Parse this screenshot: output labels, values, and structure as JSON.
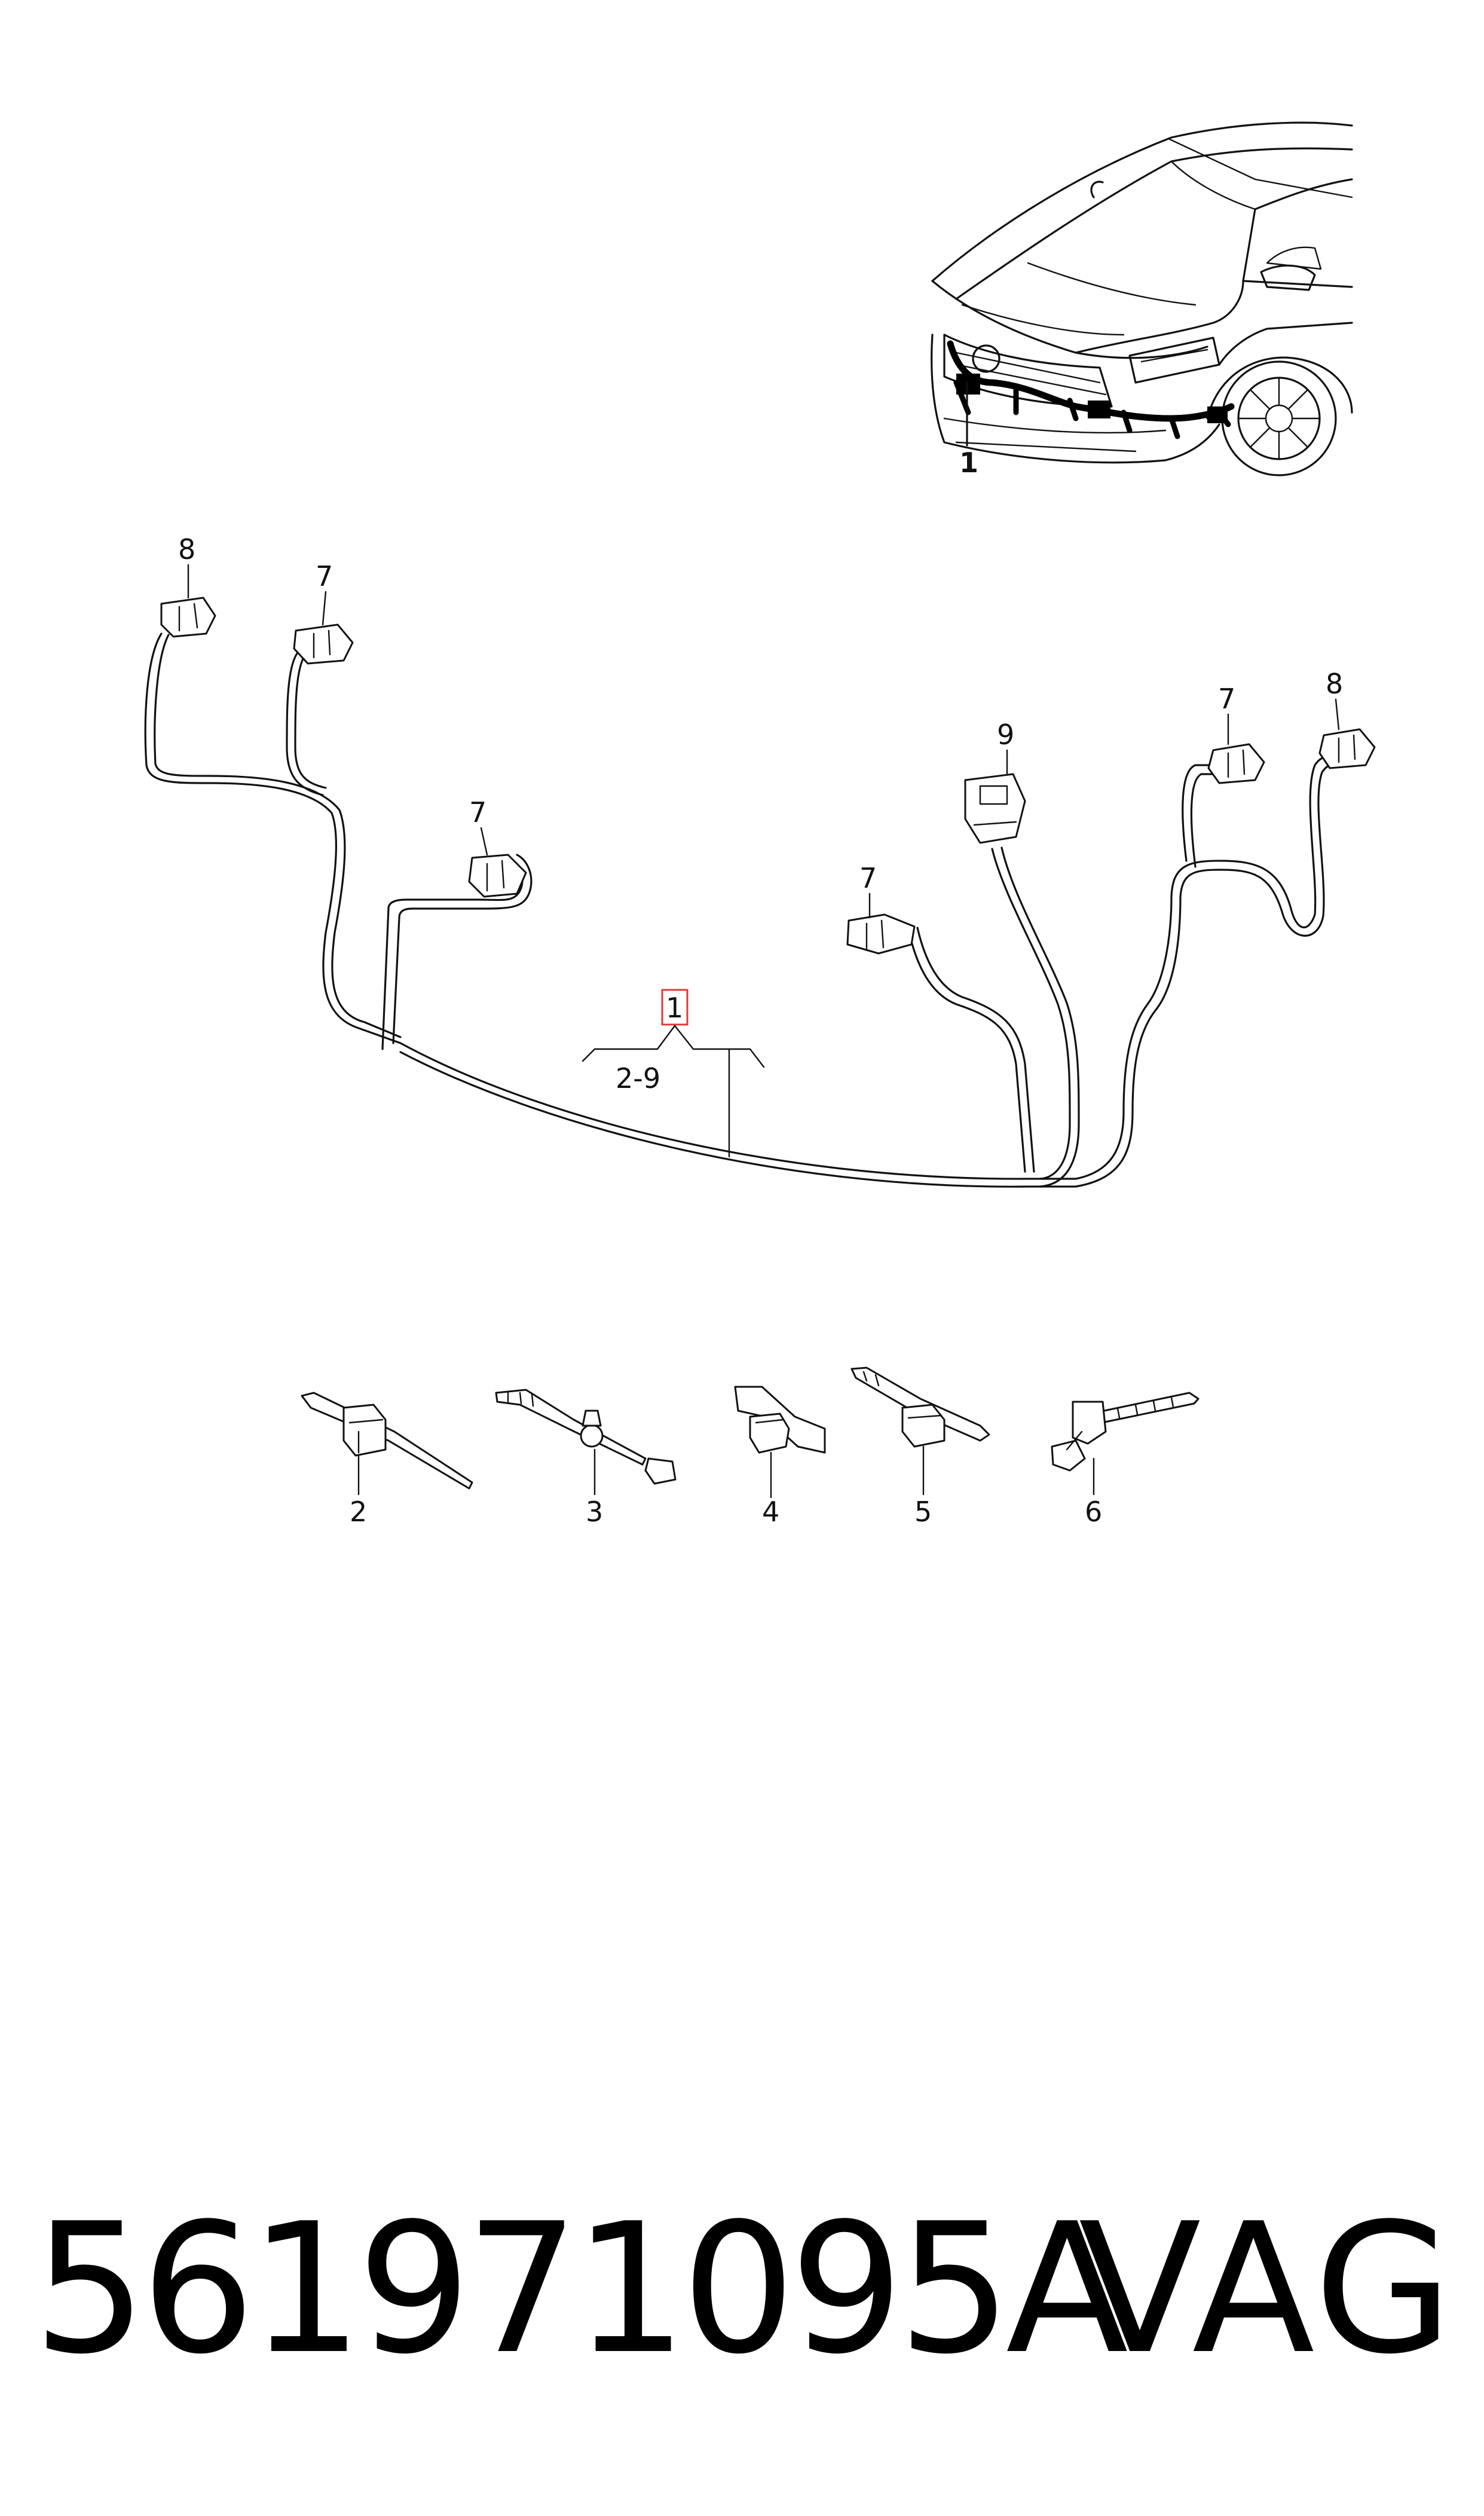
{
  "diagram": {
    "callouts": {
      "inset_harness": "1",
      "main": "1",
      "main_range": "2-9",
      "part_2": "2",
      "part_3": "3",
      "part_4": "4",
      "part_5": "5",
      "part_6": "6",
      "sensor_7_left_outer": "7",
      "sensor_7_left_inner": "7",
      "sensor_7_right_inner": "7",
      "sensor_7_right_outer": "7",
      "sensor_8_left": "8",
      "sensor_8_right": "8",
      "connector_9": "9"
    },
    "highlight_color": "#e03a3a"
  },
  "footer": {
    "part_number": "561971095A",
    "brand": "VAG"
  }
}
